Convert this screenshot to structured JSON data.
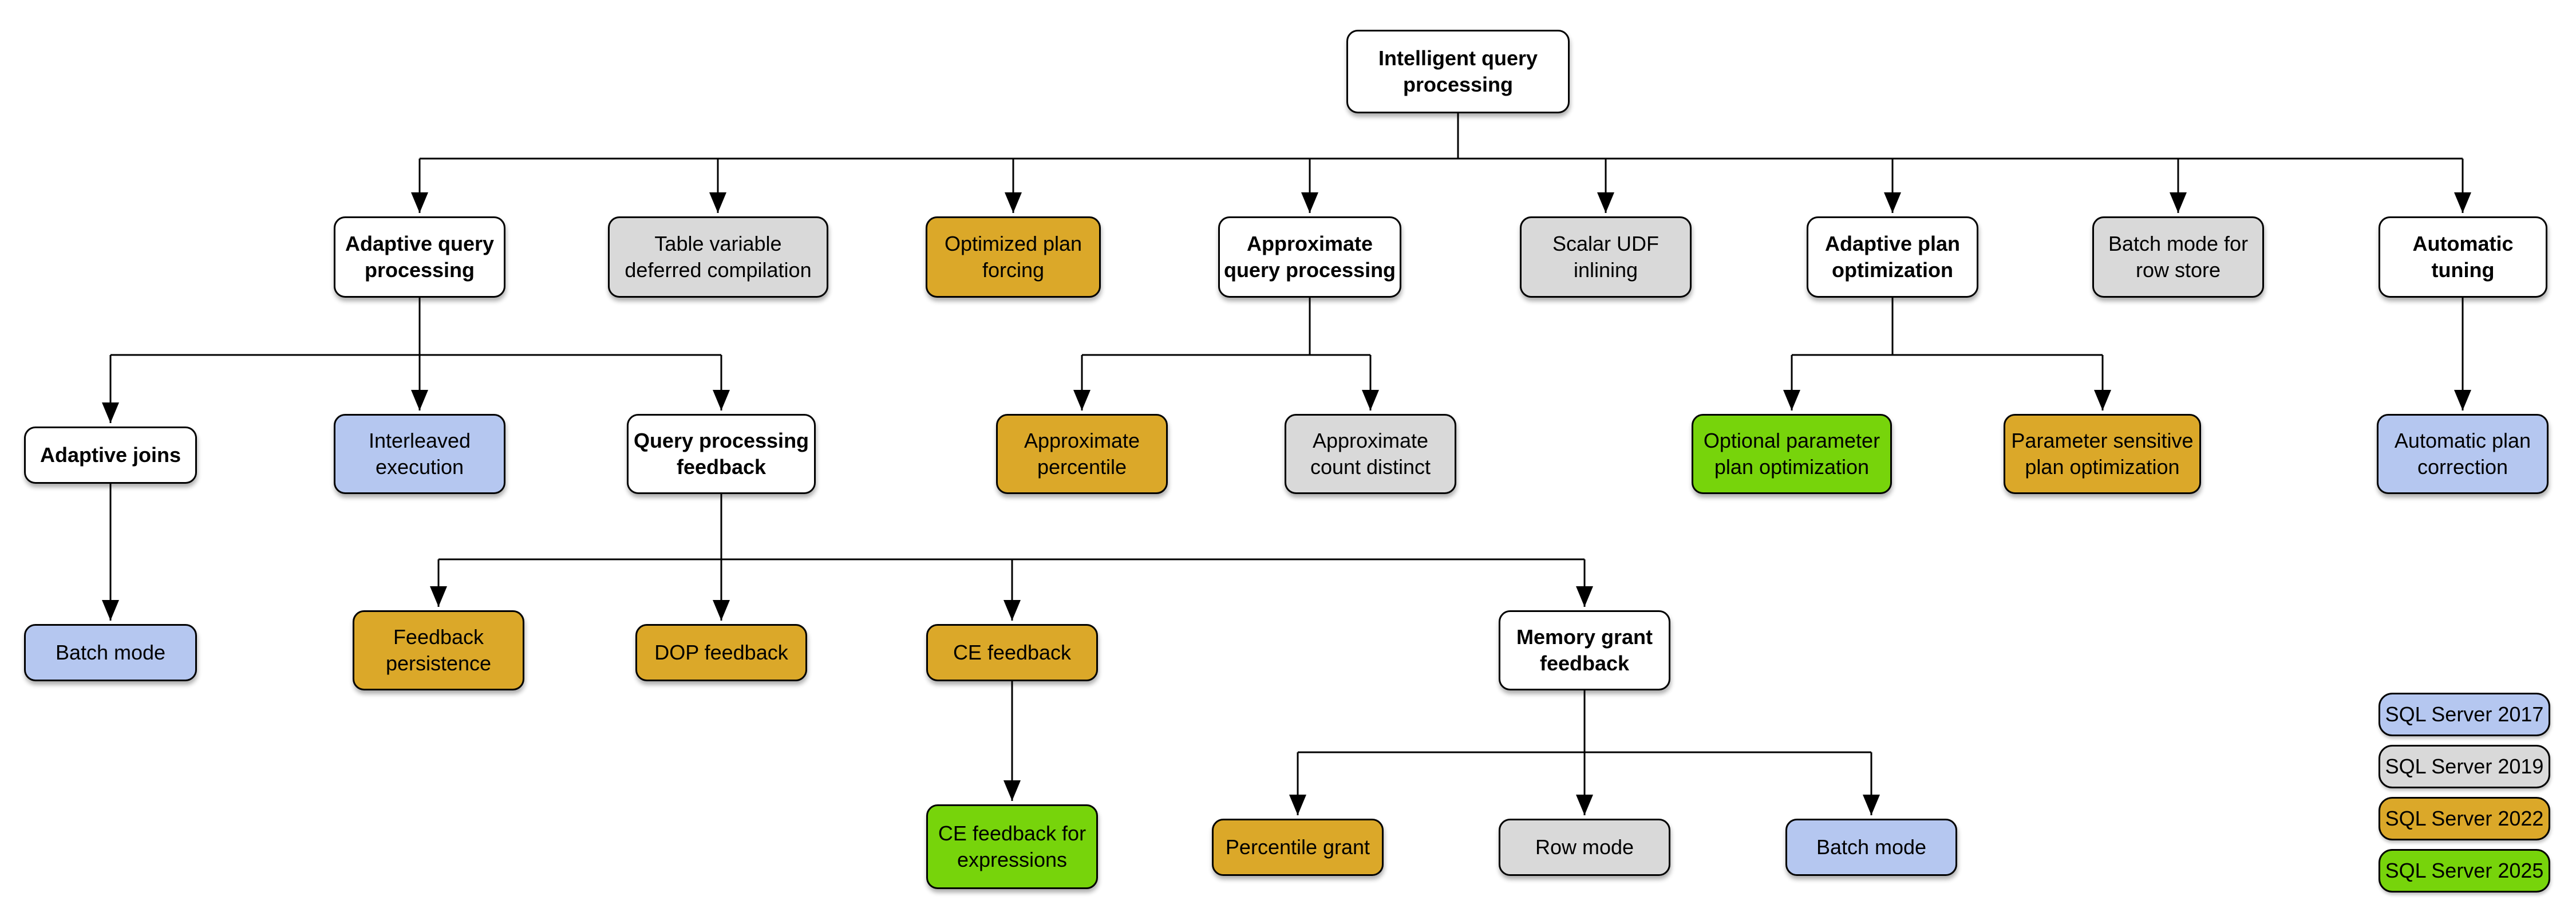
{
  "colors": {
    "category": "#ffffff",
    "2017": "#b5c7f0",
    "2019": "#d9d9d9",
    "2022": "#dba829",
    "2025": "#77d40b"
  },
  "nodes": [
    {
      "label": "Intelligent query\nprocessing",
      "version": "category"
    },
    {
      "label": "Adaptive query\nprocessing",
      "version": "category"
    },
    {
      "label": "Table variable\ndeferred compilation",
      "version": "2019"
    },
    {
      "label": "Optimized plan\nforcing",
      "version": "2022"
    },
    {
      "label": "Approximate\nquery processing",
      "version": "category"
    },
    {
      "label": "Scalar UDF\ninlining",
      "version": "2019"
    },
    {
      "label": "Adaptive plan\noptimization",
      "version": "category"
    },
    {
      "label": "Batch mode for\nrow store",
      "version": "2019"
    },
    {
      "label": "Automatic\ntuning",
      "version": "category"
    },
    {
      "label": "Adaptive joins",
      "version": "category"
    },
    {
      "label": "Interleaved\nexecution",
      "version": "2017"
    },
    {
      "label": "Query processing\nfeedback",
      "version": "category"
    },
    {
      "label": "Approximate\npercentile",
      "version": "2022"
    },
    {
      "label": "Approximate\ncount distinct",
      "version": "2019"
    },
    {
      "label": "Optional parameter\nplan optimization",
      "version": "2025"
    },
    {
      "label": "Parameter sensitive\nplan optimization",
      "version": "2022"
    },
    {
      "label": "Automatic plan\ncorrection",
      "version": "2017"
    },
    {
      "label": "Batch mode",
      "version": "2017"
    },
    {
      "label": "Feedback\npersistence",
      "version": "2022"
    },
    {
      "label": "DOP feedback",
      "version": "2022"
    },
    {
      "label": "CE feedback",
      "version": "2022"
    },
    {
      "label": "Memory grant\nfeedback",
      "version": "category"
    },
    {
      "label": "CE feedback for\nexpressions",
      "version": "2025"
    },
    {
      "label": "Percentile grant",
      "version": "2022"
    },
    {
      "label": "Row mode",
      "version": "2019"
    },
    {
      "label": "Batch mode",
      "version": "2017"
    }
  ],
  "legend": {
    "items": [
      {
        "label": "SQL Server 2017",
        "version": "2017"
      },
      {
        "label": "SQL Server 2019",
        "version": "2019"
      },
      {
        "label": "SQL Server 2022",
        "version": "2022"
      },
      {
        "label": "SQL Server 2025",
        "version": "2025"
      }
    ]
  }
}
